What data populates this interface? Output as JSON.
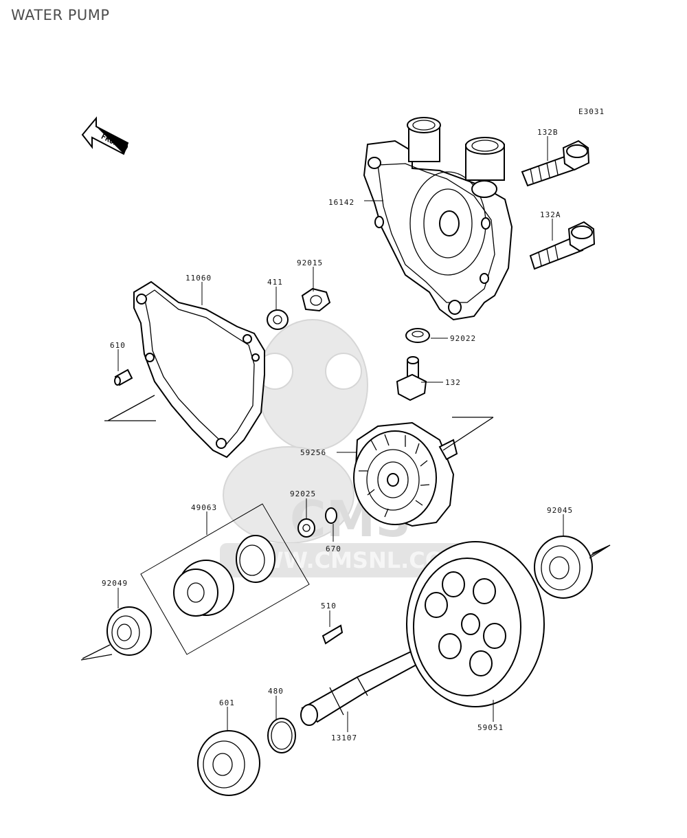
{
  "title": "WATER PUMP",
  "diagram_code": "E3031",
  "front_arrow_text": "FRONT",
  "watermark_text": "WWW.CMSNL.COM",
  "watermark_logo_text": "CMS",
  "parts": [
    {
      "id": "132B",
      "label": "132B"
    },
    {
      "id": "16142",
      "label": "16142"
    },
    {
      "id": "132A",
      "label": "132A"
    },
    {
      "id": "11060",
      "label": "11060"
    },
    {
      "id": "411",
      "label": "411"
    },
    {
      "id": "92015",
      "label": "92015"
    },
    {
      "id": "610",
      "label": "610"
    },
    {
      "id": "92022",
      "label": "92022"
    },
    {
      "id": "132",
      "label": "132"
    },
    {
      "id": "59256",
      "label": "59256"
    },
    {
      "id": "49063",
      "label": "49063"
    },
    {
      "id": "92025",
      "label": "92025"
    },
    {
      "id": "670",
      "label": "670"
    },
    {
      "id": "92045",
      "label": "92045"
    },
    {
      "id": "92049",
      "label": "92049"
    },
    {
      "id": "510",
      "label": "510"
    },
    {
      "id": "480",
      "label": "480"
    },
    {
      "id": "601",
      "label": "601"
    },
    {
      "id": "13107",
      "label": "13107"
    },
    {
      "id": "59051",
      "label": "59051"
    }
  ]
}
